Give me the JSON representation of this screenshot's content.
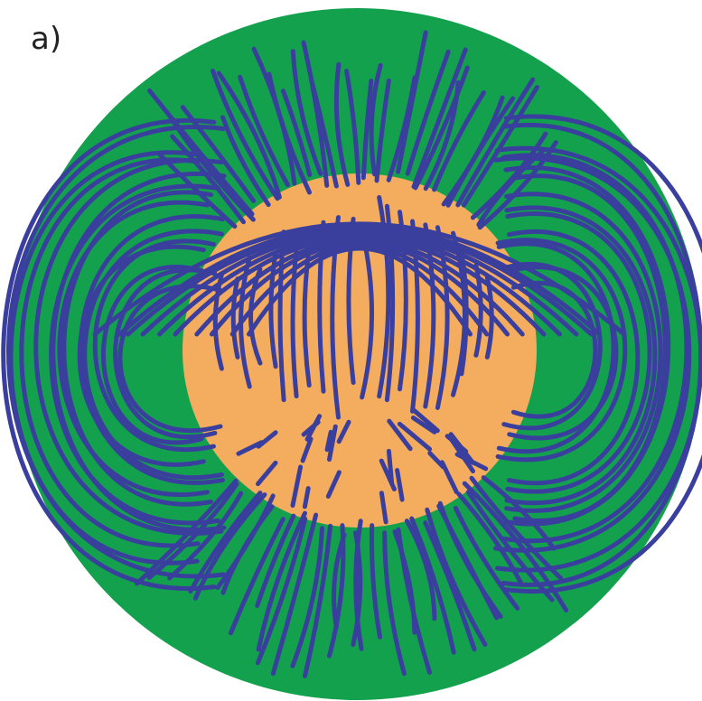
{
  "panel_label": "a)",
  "colors": {
    "outer_sphere": "#14a14e",
    "inner_core": "#f4ad5e",
    "field_lines": "#3a3f9e",
    "background": "#ffffff"
  },
  "elements": {
    "outer_sphere": "green-outer-disc",
    "inner_core": "orange-core-disc",
    "field_lines": "blue-magnetic-field-lines"
  }
}
